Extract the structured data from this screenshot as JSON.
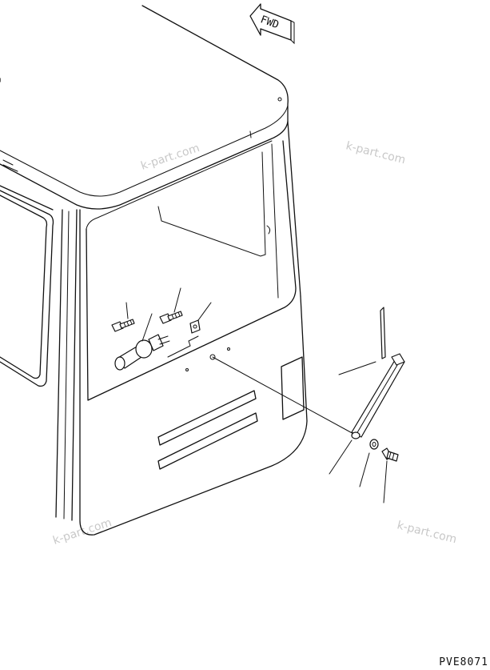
{
  "direction_label": "FWD",
  "watermark_text": "k-part.com",
  "drawing_code": "PVE8071"
}
